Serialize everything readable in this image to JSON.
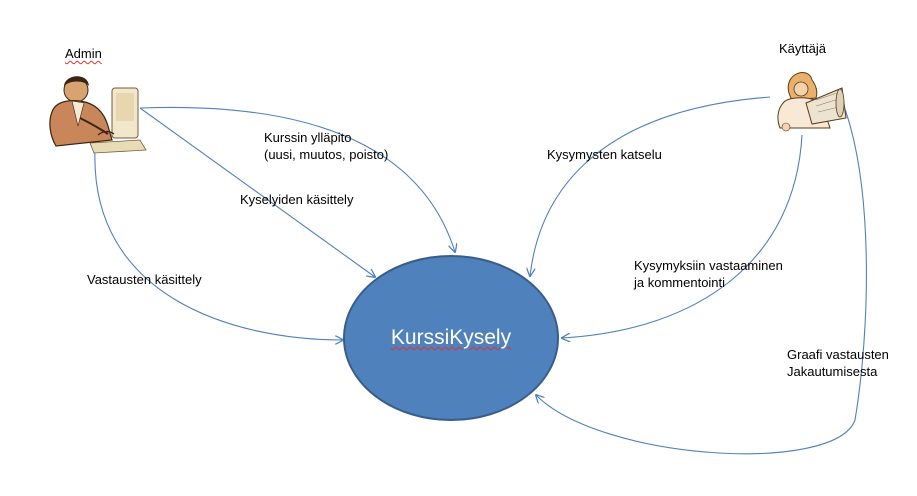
{
  "actors": {
    "admin": {
      "label": "Admin",
      "icon": "admin-at-computer-icon"
    },
    "user": {
      "label": "Käyttäjä",
      "icon": "user-with-blueprints-icon"
    }
  },
  "system": {
    "label": "KurssiKysely",
    "fill": "#4f81bd",
    "stroke": "#385d8a"
  },
  "arrow_color": "#4f81bd",
  "edges": {
    "admin_course_maintenance": {
      "line1": "Kurssin ylläpito",
      "line2": "(uusi, muutos, poisto)"
    },
    "admin_survey_handling": {
      "label": "Kyselyiden käsittely"
    },
    "admin_answer_handling": {
      "label": "Vastausten käsittely"
    },
    "user_question_viewing": {
      "label": "Kysymysten katselu"
    },
    "user_answering": {
      "line1": "Kysymyksiin vastaaminen",
      "line2": "ja kommentointi"
    },
    "system_graph": {
      "line1": "Graafi vastausten",
      "line2": "Jakautumisesta"
    }
  }
}
